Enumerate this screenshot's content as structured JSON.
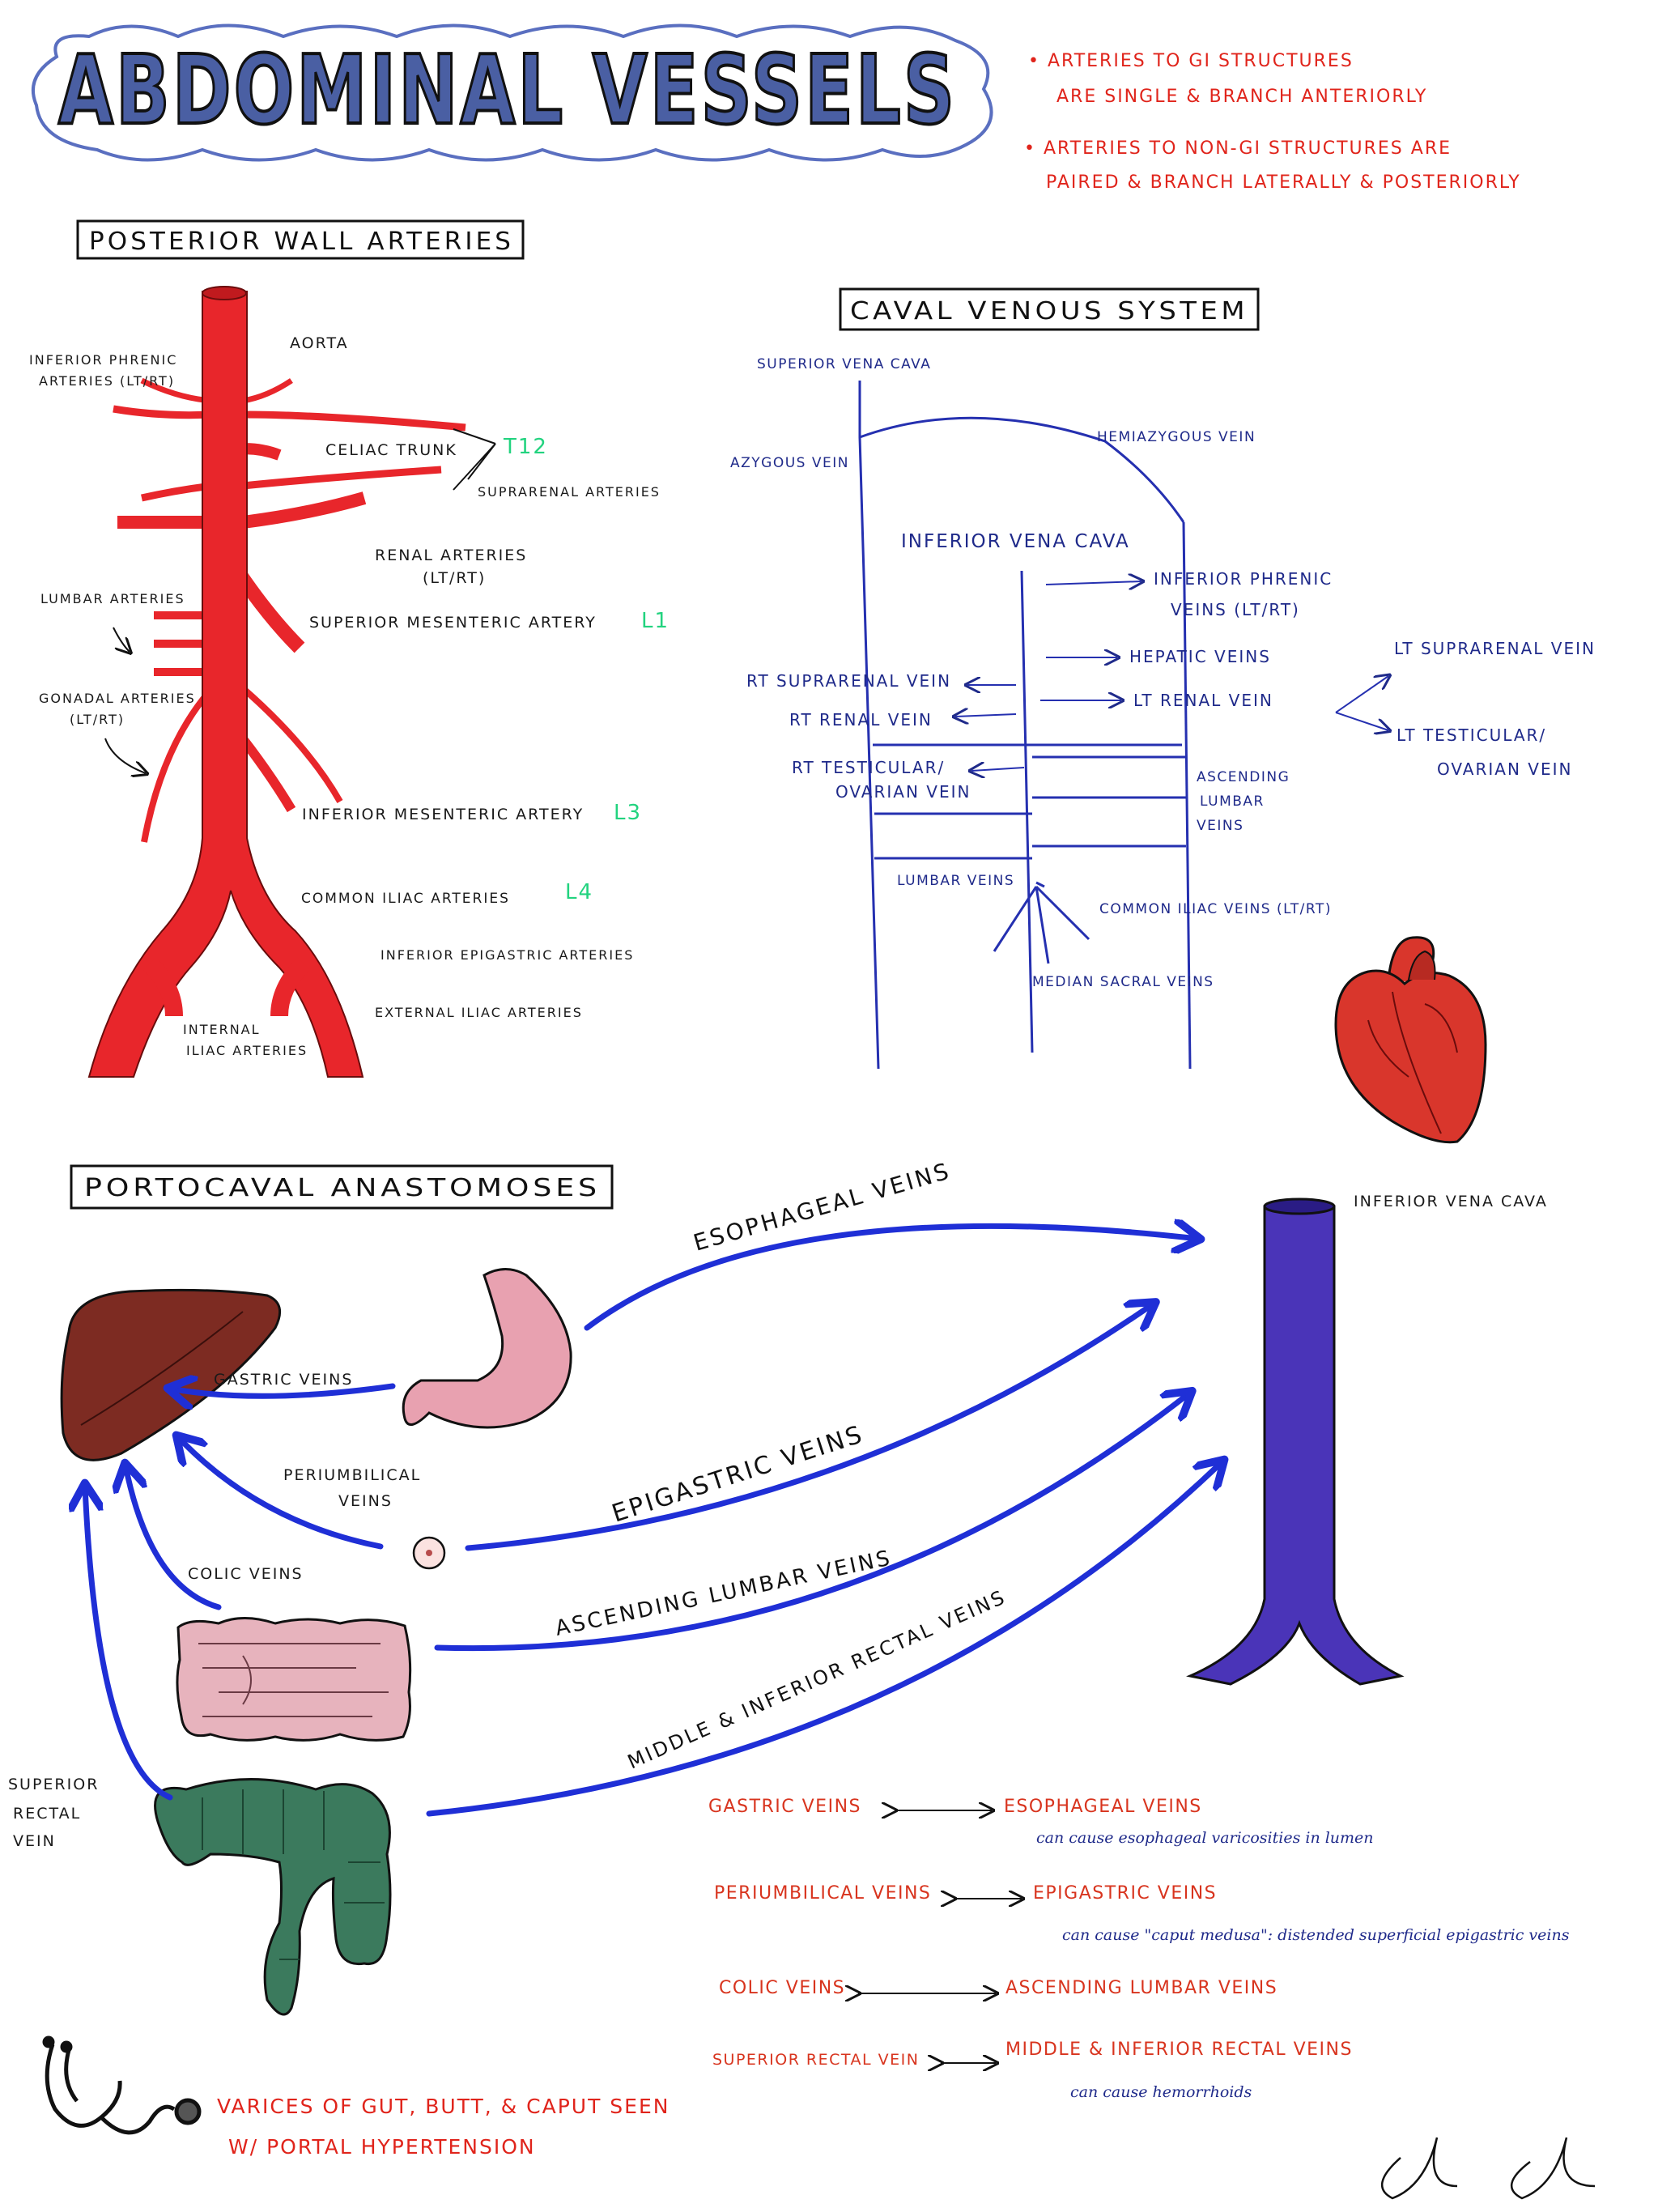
{
  "title": "ABDOMINAL VESSELS",
  "key_points": [
    [
      "• ARTERIES TO GI STRUCTURES",
      "ARE SINGLE & BRANCH ANTERIORLY"
    ],
    [
      "• ARTERIES TO NON-GI STRUCTURES ARE",
      "PAIRED & BRANCH LATERALLY & POSTERIORLY"
    ]
  ],
  "posterior_wall": {
    "heading": "POSTERIOR WALL ARTERIES",
    "aorta": "AORTA",
    "inferior_phrenic": [
      "INFERIOR PHRENIC",
      "ARTERIES (LT/RT)"
    ],
    "celiac": "CELIAC TRUNK",
    "t12": "T12",
    "suprarenal": "SUPRARENAL ARTERIES",
    "renal": [
      "RENAL ARTERIES",
      "(LT/RT)"
    ],
    "lumbar": "LUMBAR ARTERIES",
    "sma": "SUPERIOR MESENTERIC ARTERY",
    "l1": "L1",
    "gonadal": [
      "GONADAL ARTERIES",
      "(LT/RT)"
    ],
    "ima": "INFERIOR MESENTERIC ARTERY",
    "l3": "L3",
    "common_iliac": "COMMON ILIAC ARTERIES",
    "l4": "L4",
    "inf_epigastric": "INFERIOR EPIGASTRIC ARTERIES",
    "external_iliac": "EXTERNAL ILIAC ARTERIES",
    "internal_iliac": [
      "INTERNAL",
      "ILIAC ARTERIES"
    ]
  },
  "caval": {
    "heading": "CAVAL VENOUS SYSTEM",
    "svc": "SUPERIOR VENA CAVA",
    "azygous": "AZYGOUS VEIN",
    "hemiazygous": "HEMIAZYGOUS VEIN",
    "ivc": "INFERIOR VENA CAVA",
    "inf_phrenic": [
      "INFERIOR PHRENIC",
      "VEINS (LT/RT)"
    ],
    "hepatic": "HEPATIC VEINS",
    "lt_suprarenal": "LT SUPRARENAL VEIN",
    "rt_suprarenal": "RT SUPRARENAL VEIN",
    "lt_renal": "LT RENAL VEIN",
    "rt_renal": "RT RENAL VEIN",
    "lt_testicular": [
      "LT TESTICULAR/",
      "OVARIAN VEIN"
    ],
    "rt_testicular": [
      "RT TESTICULAR/",
      "OVARIAN VEIN"
    ],
    "ascending_lumbar": [
      "ASCENDING",
      "LUMBAR",
      "VEINS"
    ],
    "lumbar": "LUMBAR VEINS",
    "common_iliac": "COMMON ILIAC VEINS (LT/RT)",
    "median_sacral": "MEDIAN SACRAL VEINS"
  },
  "portocaval": {
    "heading": "PORTOCAVAL ANASTOMOSES",
    "ivc": "INFERIOR VENA CAVA",
    "esophageal": "ESOPHAGEAL VEINS",
    "gastric": "GASTRIC VEINS",
    "periumbilical": [
      "PERIUMBILICAL",
      "VEINS"
    ],
    "epigastric": "EPIGASTRIC VEINS",
    "colic": "COLIC VEINS",
    "ascending_lumbar": "ASCENDING LUMBAR VEINS",
    "middle_inferior_rectal": "MIDDLE & INFERIOR RECTAL VEINS",
    "superior_rectal": [
      "SUPERIOR",
      "RECTAL",
      "VEIN"
    ]
  },
  "pairs": [
    {
      "left": "GASTRIC VEINS",
      "right": "ESOPHAGEAL VEINS",
      "note": "can cause esophageal varicosities in lumen"
    },
    {
      "left": "PERIUMBILICAL VEINS",
      "right": "EPIGASTRIC VEINS",
      "note": "can cause \"caput medusa\": distended superficial epigastric veins"
    },
    {
      "left": "COLIC VEINS",
      "right": "ASCENDING LUMBAR VEINS",
      "note": ""
    },
    {
      "left": "SUPERIOR RECTAL VEIN",
      "right": "MIDDLE & INFERIOR RECTAL VEINS",
      "note": "can cause hemorrhoids"
    }
  ],
  "portal_htn": [
    "VARICES OF GUT, BUTT, & CAPUT SEEN",
    "W/ PORTAL HYPERTENSION"
  ],
  "colors": {
    "artery": "#e8262b",
    "vein": "#1f2fd6",
    "ivc": "#4a34b8",
    "annot_red": "#e0241b",
    "level_green": "#22d37f"
  }
}
